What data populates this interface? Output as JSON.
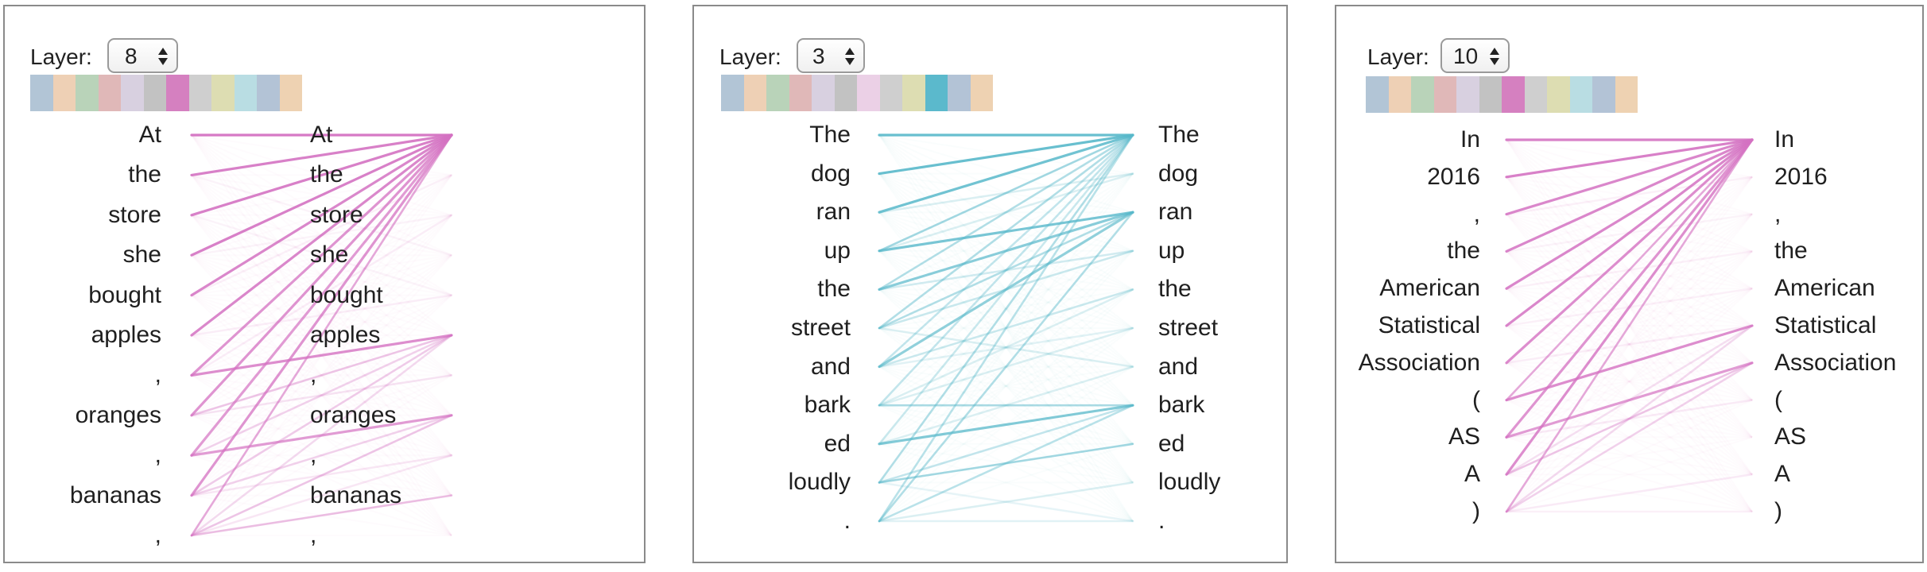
{
  "panels": [
    {
      "layer_label": "Layer:",
      "layer_value": "8",
      "head_colors": [
        "#b2c5d6",
        "#eed0b5",
        "#b9d3b9",
        "#e0b8b8",
        "#d8d0e0",
        "#c2c2c2",
        "#d580c0",
        "#cfcfcf",
        "#ddddb2",
        "#b9dde3",
        "#b3c3d6",
        "#eed2b2"
      ],
      "active_head": 6,
      "line_color": "#d472c2",
      "left_tokens": [
        "At",
        "the",
        "store",
        "she",
        "bought",
        "apples",
        ",",
        "oranges",
        ",",
        "bananas",
        ","
      ],
      "right_tokens": [
        "At",
        "the",
        "store",
        "she",
        "bought",
        "apples",
        ",",
        "oranges",
        ",",
        "bananas",
        ","
      ],
      "attention": [
        {
          "from": 0,
          "to": 0,
          "w": 0.95
        },
        {
          "from": 1,
          "to": 0,
          "w": 0.9
        },
        {
          "from": 2,
          "to": 0,
          "w": 0.9
        },
        {
          "from": 3,
          "to": 0,
          "w": 0.9
        },
        {
          "from": 4,
          "to": 0,
          "w": 0.85
        },
        {
          "from": 5,
          "to": 0,
          "w": 0.85
        },
        {
          "from": 6,
          "to": 0,
          "w": 0.75
        },
        {
          "from": 7,
          "to": 0,
          "w": 0.75
        },
        {
          "from": 8,
          "to": 0,
          "w": 0.7
        },
        {
          "from": 9,
          "to": 0,
          "w": 0.75
        },
        {
          "from": 10,
          "to": 0,
          "w": 0.6
        },
        {
          "from": 6,
          "to": 5,
          "w": 0.8
        },
        {
          "from": 8,
          "to": 7,
          "w": 0.7
        },
        {
          "from": 7,
          "to": 5,
          "w": 0.4
        },
        {
          "from": 9,
          "to": 5,
          "w": 0.35
        },
        {
          "from": 10,
          "to": 9,
          "w": 0.45
        },
        {
          "from": 10,
          "to": 7,
          "w": 0.4
        },
        {
          "from": 9,
          "to": 7,
          "w": 0.3
        },
        {
          "from": 8,
          "to": 5,
          "w": 0.3
        },
        {
          "from": 7,
          "to": 6,
          "w": 0.18
        },
        {
          "from": 9,
          "to": 8,
          "w": 0.15
        },
        {
          "from": 6,
          "to": 2,
          "w": 0.1
        },
        {
          "from": 5,
          "to": 4,
          "w": 0.1
        },
        {
          "from": 4,
          "to": 1,
          "w": 0.08
        },
        {
          "from": 10,
          "to": 5,
          "w": 0.25
        },
        {
          "from": 10,
          "to": 8,
          "w": 0.15
        },
        {
          "from": 3,
          "to": 2,
          "w": 0.06
        },
        {
          "from": 1,
          "to": 3,
          "w": 0.06
        },
        {
          "from": 2,
          "to": 4,
          "w": 0.06
        }
      ]
    },
    {
      "layer_label": "Layer:",
      "layer_value": "3",
      "head_colors": [
        "#b2c5d6",
        "#eed0b5",
        "#b9d3b9",
        "#e0b8b8",
        "#d8d0e0",
        "#c2c2c2",
        "#ebd0e6",
        "#cfcfcf",
        "#ddddb2",
        "#5bb9cc",
        "#b3c3d6",
        "#eed2b2"
      ],
      "active_head": 9,
      "line_color": "#58b8ca",
      "left_tokens": [
        "The",
        "dog",
        "ran",
        "up",
        "the",
        "street",
        "and",
        "bark",
        "ed",
        "loudly",
        "."
      ],
      "right_tokens": [
        "The",
        "dog",
        "ran",
        "up",
        "the",
        "street",
        "and",
        "bark",
        "ed",
        "loudly",
        "."
      ],
      "attention": [
        {
          "from": 0,
          "to": 0,
          "w": 0.9
        },
        {
          "from": 1,
          "to": 0,
          "w": 0.9
        },
        {
          "from": 2,
          "to": 0,
          "w": 0.85
        },
        {
          "from": 3,
          "to": 0,
          "w": 0.55
        },
        {
          "from": 4,
          "to": 0,
          "w": 0.45
        },
        {
          "from": 5,
          "to": 0,
          "w": 0.45
        },
        {
          "from": 6,
          "to": 0,
          "w": 0.35
        },
        {
          "from": 7,
          "to": 0,
          "w": 0.35
        },
        {
          "from": 8,
          "to": 0,
          "w": 0.3
        },
        {
          "from": 9,
          "to": 0,
          "w": 0.45
        },
        {
          "from": 10,
          "to": 0,
          "w": 0.4
        },
        {
          "from": 3,
          "to": 2,
          "w": 0.8
        },
        {
          "from": 4,
          "to": 2,
          "w": 0.7
        },
        {
          "from": 6,
          "to": 2,
          "w": 0.65
        },
        {
          "from": 5,
          "to": 2,
          "w": 0.45
        },
        {
          "from": 10,
          "to": 2,
          "w": 0.45
        },
        {
          "from": 8,
          "to": 7,
          "w": 0.75
        },
        {
          "from": 7,
          "to": 7,
          "w": 0.5
        },
        {
          "from": 9,
          "to": 8,
          "w": 0.55
        },
        {
          "from": 10,
          "to": 7,
          "w": 0.4
        },
        {
          "from": 9,
          "to": 7,
          "w": 0.35
        },
        {
          "from": 6,
          "to": 4,
          "w": 0.3
        },
        {
          "from": 5,
          "to": 3,
          "w": 0.3
        },
        {
          "from": 5,
          "to": 6,
          "w": 0.2
        },
        {
          "from": 7,
          "to": 4,
          "w": 0.2
        },
        {
          "from": 8,
          "to": 6,
          "w": 0.2
        },
        {
          "from": 4,
          "to": 3,
          "w": 0.25
        },
        {
          "from": 3,
          "to": 1,
          "w": 0.2
        },
        {
          "from": 2,
          "to": 1,
          "w": 0.2
        },
        {
          "from": 10,
          "to": 10,
          "w": 0.15
        },
        {
          "from": 10,
          "to": 9,
          "w": 0.2
        },
        {
          "from": 9,
          "to": 10,
          "w": 0.12
        },
        {
          "from": 7,
          "to": 5,
          "w": 0.2
        },
        {
          "from": 6,
          "to": 5,
          "w": 0.15
        }
      ]
    },
    {
      "layer_label": "Layer:",
      "layer_value": "10",
      "head_colors": [
        "#b2c5d6",
        "#eed0b5",
        "#b9d3b9",
        "#e0b8b8",
        "#d8d0e0",
        "#c2c2c2",
        "#d580c0",
        "#cfcfcf",
        "#ddddb2",
        "#b9dde3",
        "#b3c3d6",
        "#eed2b2"
      ],
      "active_head": 6,
      "line_color": "#d472c2",
      "left_tokens": [
        "In",
        "2016",
        ",",
        "the",
        "American",
        "Statistical",
        "Association",
        "(",
        "AS",
        "A",
        ")"
      ],
      "right_tokens": [
        "In",
        "2016",
        ",",
        "the",
        "American",
        "Statistical",
        "Association",
        "(",
        "AS",
        "A",
        ")"
      ],
      "attention": [
        {
          "from": 0,
          "to": 0,
          "w": 0.9
        },
        {
          "from": 1,
          "to": 0,
          "w": 0.9
        },
        {
          "from": 2,
          "to": 0,
          "w": 0.85
        },
        {
          "from": 3,
          "to": 0,
          "w": 0.85
        },
        {
          "from": 4,
          "to": 0,
          "w": 0.85
        },
        {
          "from": 5,
          "to": 0,
          "w": 0.85
        },
        {
          "from": 6,
          "to": 0,
          "w": 0.8
        },
        {
          "from": 7,
          "to": 0,
          "w": 0.6
        },
        {
          "from": 8,
          "to": 0,
          "w": 0.75
        },
        {
          "from": 9,
          "to": 0,
          "w": 0.8
        },
        {
          "from": 10,
          "to": 0,
          "w": 0.6
        },
        {
          "from": 7,
          "to": 5,
          "w": 0.8
        },
        {
          "from": 8,
          "to": 6,
          "w": 0.7
        },
        {
          "from": 9,
          "to": 6,
          "w": 0.4
        },
        {
          "from": 10,
          "to": 6,
          "w": 0.3
        },
        {
          "from": 10,
          "to": 5,
          "w": 0.25
        },
        {
          "from": 9,
          "to": 5,
          "w": 0.2
        },
        {
          "from": 10,
          "to": 9,
          "w": 0.12
        },
        {
          "from": 8,
          "to": 7,
          "w": 0.12
        },
        {
          "from": 6,
          "to": 5,
          "w": 0.1
        },
        {
          "from": 5,
          "to": 4,
          "w": 0.08
        },
        {
          "from": 4,
          "to": 3,
          "w": 0.08
        },
        {
          "from": 3,
          "to": 2,
          "w": 0.06
        },
        {
          "from": 2,
          "to": 1,
          "w": 0.08
        },
        {
          "from": 10,
          "to": 10,
          "w": 0.08
        }
      ]
    }
  ]
}
